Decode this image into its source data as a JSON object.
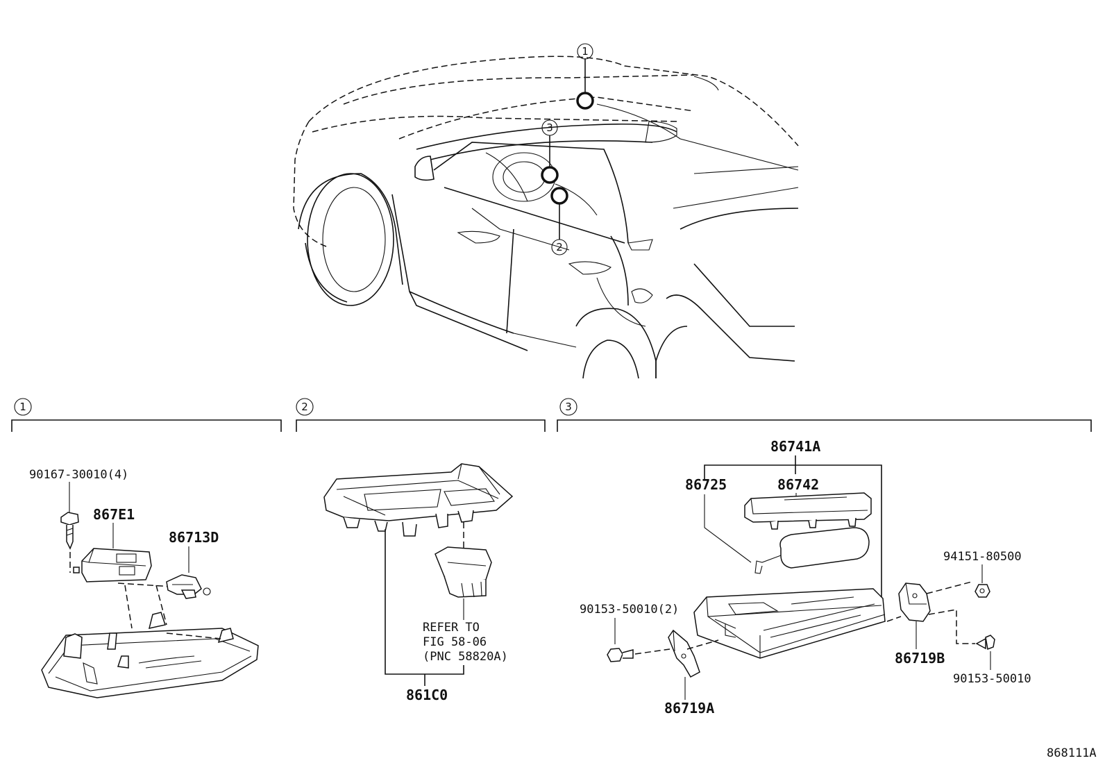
{
  "diagram_id": "868111A",
  "callouts": [
    "1",
    "2",
    "3"
  ],
  "section_1": {
    "number": "1",
    "parts": {
      "screw": "90167-30010(4)",
      "module": "867E1",
      "bracket": "86713D"
    }
  },
  "section_2": {
    "number": "2",
    "parts": {
      "assembly": "861C0"
    },
    "note": [
      "REFER TO",
      "FIG 58-06",
      "(PNC 58820A)"
    ]
  },
  "section_3": {
    "number": "3",
    "parts": {
      "assembly": "86741A",
      "antenna": "86725",
      "cover": "86742",
      "nut": "94151-80500",
      "bolt_left": "90153-50010(2)",
      "bracket_right": "86719B",
      "bolt_right": "90153-50010",
      "bracket_left": "86719A"
    }
  }
}
